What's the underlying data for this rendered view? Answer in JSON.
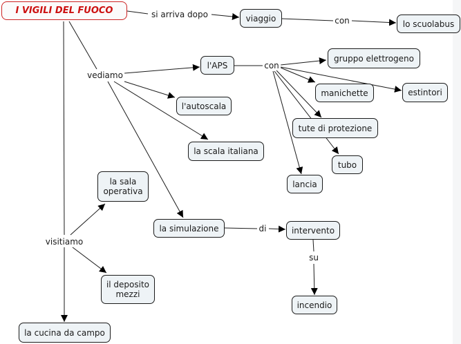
{
  "map": {
    "title": "I VIGILI DEL FUOCO",
    "concepts": {
      "viaggio": "viaggio",
      "scuolabus": "lo scuolabus",
      "aps": "l'APS",
      "gruppo": "gruppo elettrogeno",
      "manichette": "manichette",
      "estintori": "estintori",
      "tute": "tute di protezione",
      "tubo": "tubo",
      "lancia": "lancia",
      "autoscala": "l'autoscala",
      "scala_italiana": "la scala italiana",
      "sala_operativa": "la sala\noperativa",
      "simulazione": "la simulazione",
      "intervento": "intervento",
      "incendio": "incendio",
      "deposito": "il deposito\nmezzi",
      "cucina": "la cucina da campo"
    },
    "linking_phrases": {
      "si_arriva_dopo": "si arriva dopo",
      "con_viaggio": "con",
      "vediamo": "vediamo",
      "con_aps": "con",
      "visitiamo": "visitiamo",
      "di": "di",
      "su": "su"
    }
  },
  "colors": {
    "root_text": "#cc1111",
    "root_border": "#cc2222",
    "node_fill": "#eef3f6",
    "line": "#1a1a1a"
  }
}
